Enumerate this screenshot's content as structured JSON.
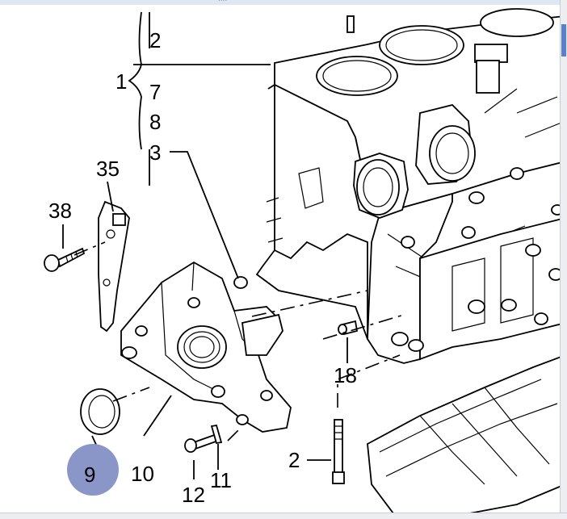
{
  "window": {
    "title_strip_text": "...."
  },
  "callouts": {
    "c1": "1",
    "c2a": "2",
    "c7": "7",
    "c8": "8",
    "c3": "3",
    "c35": "35",
    "c38": "38",
    "c18": "18",
    "c10": "10",
    "c9": "9",
    "c12": "12",
    "c11": "11",
    "c2b": "2"
  },
  "highlight": {
    "callout": "9",
    "color": "#8b96c8"
  }
}
